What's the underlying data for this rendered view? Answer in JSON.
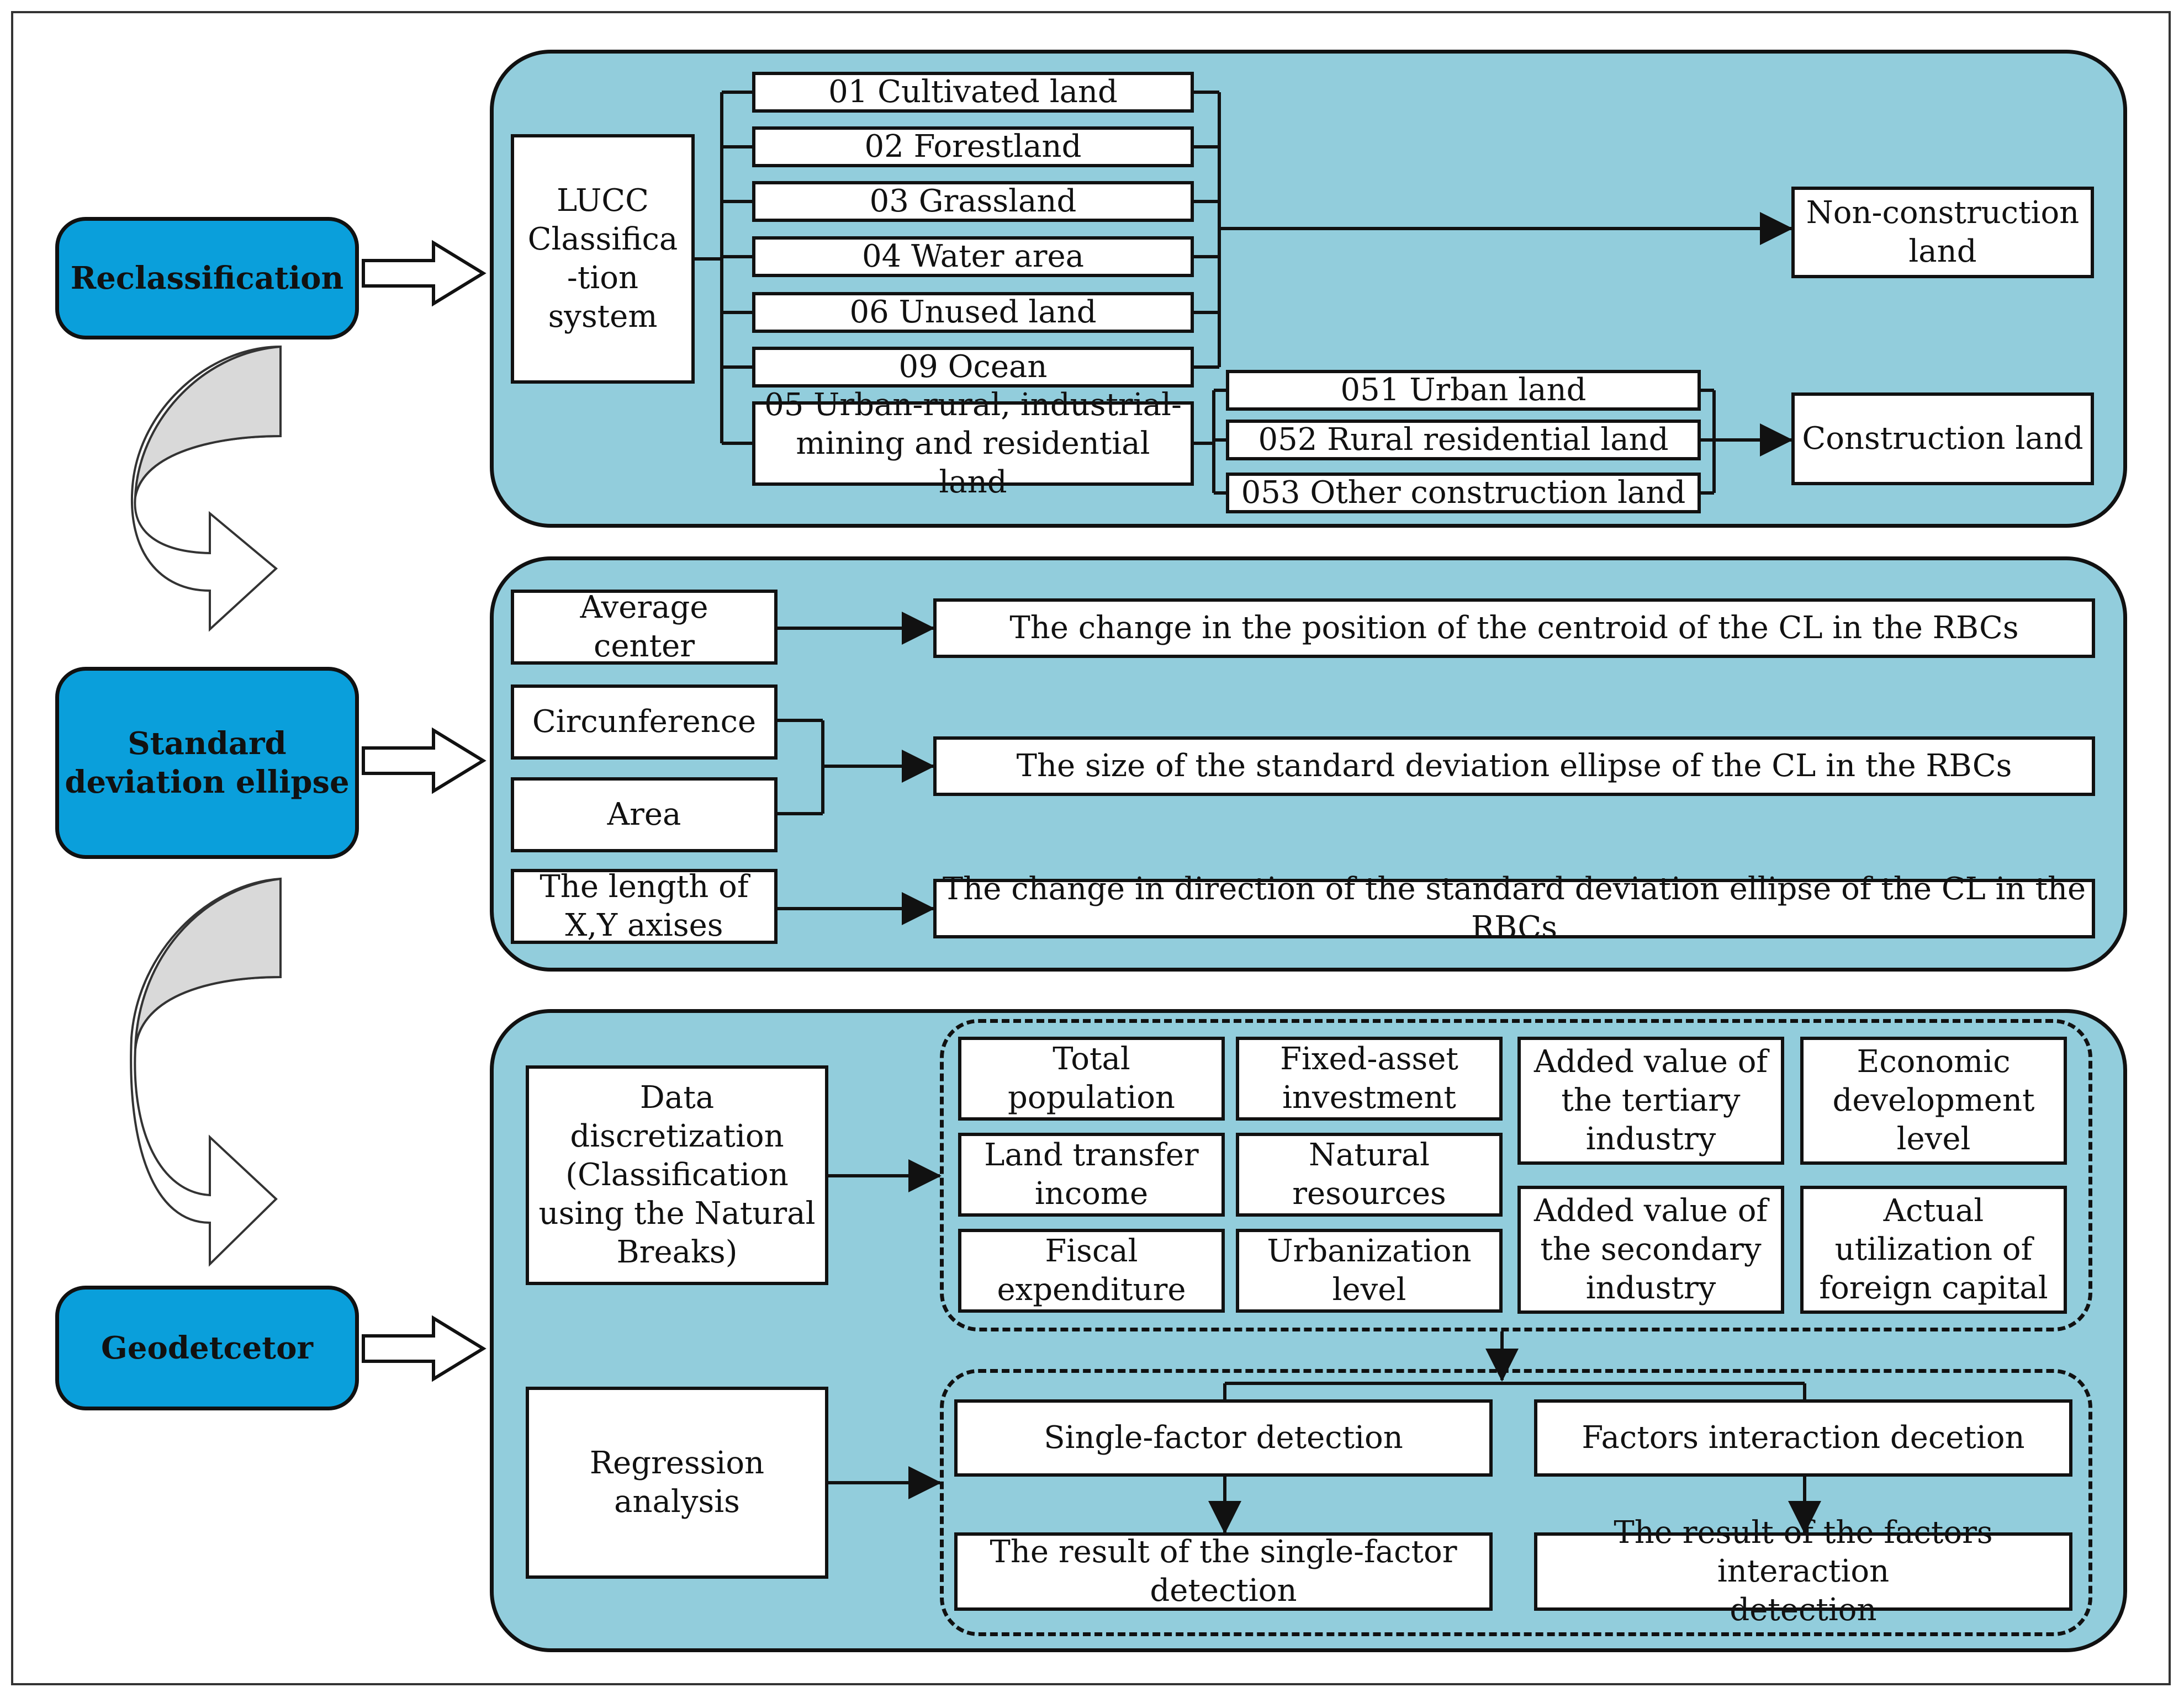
{
  "stages": {
    "reclassification": "Reclassification",
    "sde": "Standard\ndeviation ellipse",
    "geodetector": "Geodetcetor"
  },
  "reclass": {
    "lucc": "LUCC\nClassifica\n-tion\nsystem",
    "categories": [
      "01 Cultivated land",
      "02 Forestland",
      "03 Grassland",
      "04 Water area",
      "06 Unused land",
      "09 Ocean",
      "05 Urban-rural, industrial-\nmining and residential land"
    ],
    "subcategories": [
      "051 Urban land",
      "052 Rural residential land",
      "053 Other construction land"
    ],
    "non_construction": "Non-construction\nland",
    "construction": "Construction land"
  },
  "sde": {
    "inputs": [
      "Average\ncenter",
      "Circunference",
      "Area",
      "The length of\nX,Y axises"
    ],
    "outputs": [
      "The change in the position of the centroid of the CL in the RBCs",
      "The size of the standard deviation ellipse of the CL in the RBCs",
      "The change in direction of the standard deviation ellipse of the CL in the RBCs"
    ]
  },
  "geo": {
    "discretization": "Data\ndiscretization\n(Classification\nusing the Natural\nBreaks)",
    "regression": "Regression\nanalysis",
    "factors": [
      "Total\npopulation",
      "Fixed-asset\ninvestment",
      "Added value of\nthe tertiary\nindustry",
      "Economic\ndevelopment\nlevel",
      "Land transfer\nincome",
      "Natural\nresources",
      "Added value of\nthe secondary\nindustry",
      "Actual\nutilization of\nforeign capital",
      "Fiscal\nexpenditure",
      "Urbanization\nlevel"
    ],
    "single_factor": "Single-factor detection",
    "interaction": "Factors interaction decetion",
    "single_result": "The result of the single-factor\ndetection",
    "interaction_result": "The result of the factors interaction\ndetection"
  }
}
